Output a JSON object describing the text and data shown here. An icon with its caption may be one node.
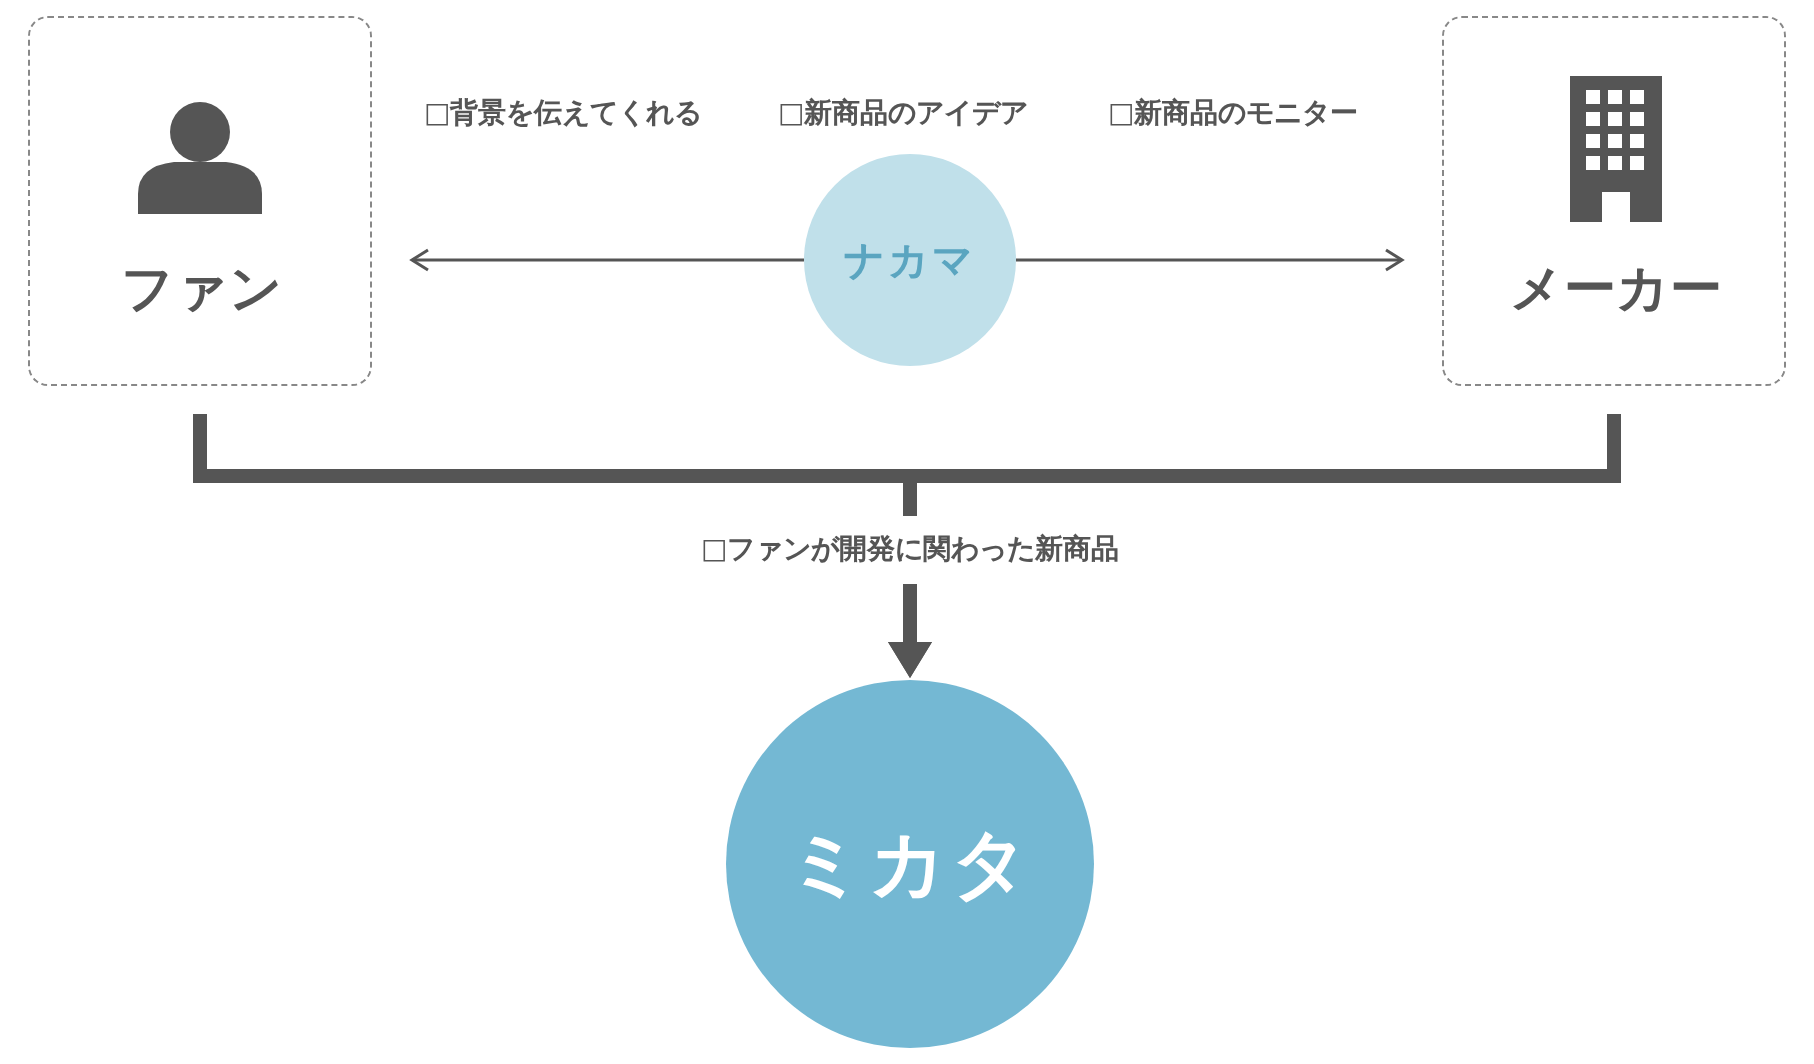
{
  "diagram": {
    "nodes": [
      {
        "text": [
          "ファン"
        ]
      },
      {
        "text": [
          "メーカー"
        ]
      },
      {
        "text": [
          "ナカマ"
        ]
      },
      {
        "text": [
          "ミカタ"
        ]
      }
    ],
    "edges": [
      {
        "from": 2,
        "to": 0,
        "arrow": "to"
      },
      {
        "from": 2,
        "to": 1,
        "arrow": "to"
      },
      {
        "from": 0,
        "to": 3,
        "arrow": "to",
        "label": "□ファンが開発に関わった新商品",
        "style": "thick"
      },
      {
        "from": 1,
        "to": 3,
        "arrow": "to",
        "style": "thick"
      }
    ],
    "labels": [
      "□背景を伝えてくれる",
      "□新商品のアイデア",
      "□新商品のモニター"
    ]
  }
}
